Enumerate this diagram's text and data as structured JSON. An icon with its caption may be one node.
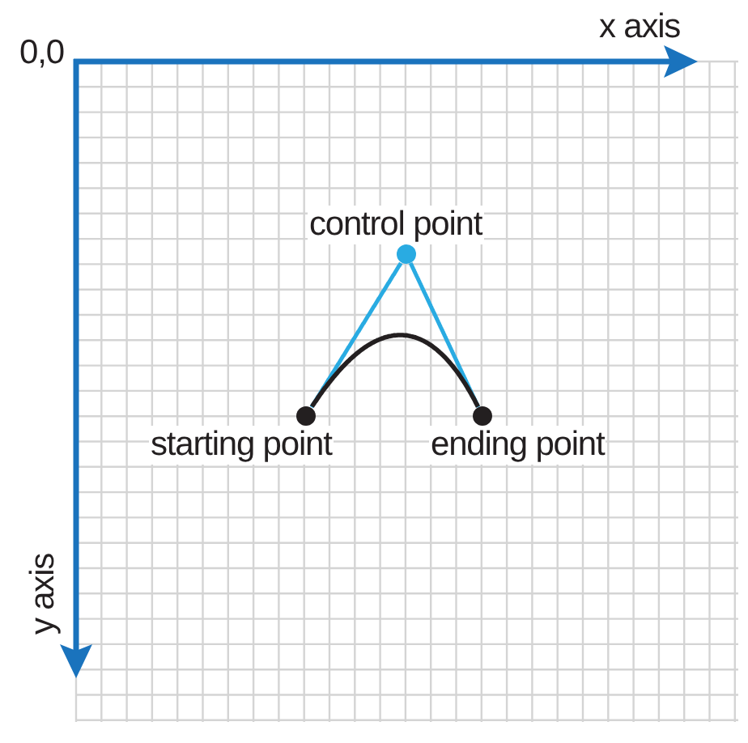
{
  "diagram": {
    "nodes": [
      {
        "text": [
          "control point"
        ]
      },
      {
        "text": [
          "starting point"
        ]
      },
      {
        "text": [
          "ending point"
        ]
      }
    ],
    "edges": [
      {
        "from": 0,
        "to": 1,
        "arrow": "none",
        "color": "#29abe2"
      },
      {
        "from": 0,
        "to": 2,
        "arrow": "none",
        "color": "#29abe2"
      },
      {
        "from": 1,
        "to": 2,
        "arrow": "none",
        "color": "#231f20"
      }
    ],
    "labels": [
      "0,0",
      "x axis",
      "y axis"
    ]
  }
}
